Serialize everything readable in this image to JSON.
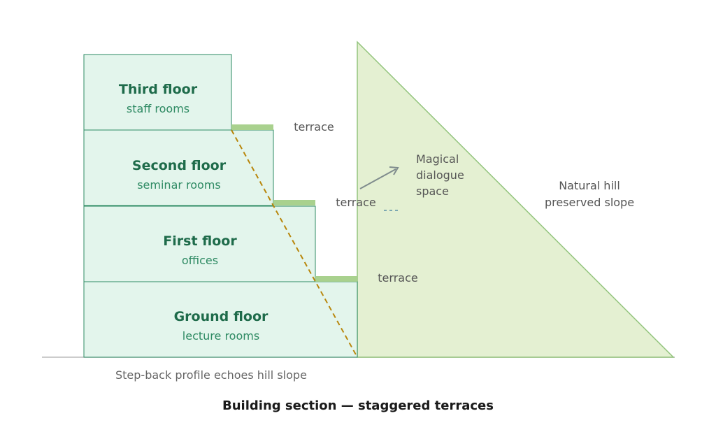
{
  "floors": [
    {
      "name": "Third floor",
      "use": "staff rooms"
    },
    {
      "name": "Second floor",
      "use": "seminar rooms"
    },
    {
      "name": "First floor",
      "use": "offices"
    },
    {
      "name": "Ground floor",
      "use": "lecture rooms"
    }
  ],
  "terraces": [
    "terrace",
    "terrace",
    "terrace"
  ],
  "hill": {
    "line1": "Natural hill",
    "line2": "preserved slope"
  },
  "dialogue_space": {
    "line1": "Magical",
    "line2": "dialogue",
    "line3": "space"
  },
  "caption": "Step-back profile echoes hill slope",
  "title": "Building section — staggered terraces",
  "colors": {
    "floor_fill": "#e3f5ec",
    "floor_stroke": "#2e8a63",
    "hill_fill": "#e4f0d2",
    "hill_stroke": "#93c47d",
    "terrace_fill": "#a9d18e",
    "slope_line": "#b8860b",
    "arrow": "#7f8c8d"
  }
}
